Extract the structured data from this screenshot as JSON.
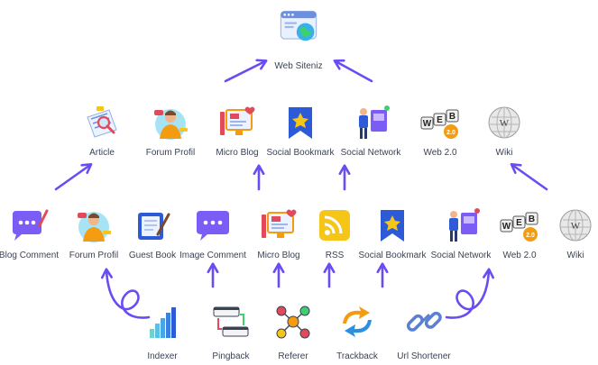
{
  "colors": {
    "arrow": "#6b4cf2",
    "label": "#3a4256",
    "accent_blue": "#3b6fd8",
    "accent_purple": "#7b5cf5",
    "accent_red": "#e24a5a",
    "accent_orange": "#f39c12",
    "accent_yellow": "#f5c518"
  },
  "top": {
    "label": "Web Siteniz",
    "icon": "browser-globe-icon"
  },
  "tier1": [
    {
      "id": "article",
      "label": "Article",
      "icon": "magnifier-article-icon"
    },
    {
      "id": "forum-profil",
      "label": "Forum Profil",
      "icon": "person-avatar-icon"
    },
    {
      "id": "micro-blog",
      "label": "Micro Blog",
      "icon": "monitor-heart-icon"
    },
    {
      "id": "social-bookmark",
      "label": "Social Bookmark",
      "icon": "bookmark-star-icon"
    },
    {
      "id": "social-network",
      "label": "Social Network",
      "icon": "person-screen-icon"
    },
    {
      "id": "web-2-0",
      "label": "Web 2.0",
      "icon": "web-blocks-icon",
      "badge": "2.0"
    },
    {
      "id": "wiki",
      "label": "Wiki",
      "icon": "wiki-globe-icon"
    }
  ],
  "tier2": [
    {
      "id": "blog-comment",
      "label": "Blog Comment",
      "icon": "chat-bubble-pencil-icon"
    },
    {
      "id": "forum-profil-2",
      "label": "Forum Profil",
      "icon": "person-avatar-icon"
    },
    {
      "id": "guest-book",
      "label": "Guest Book",
      "icon": "notebook-pen-icon"
    },
    {
      "id": "image-comment",
      "label": "Image Comment",
      "icon": "chat-bubble-icon"
    },
    {
      "id": "micro-blog-2",
      "label": "Micro Blog",
      "icon": "monitor-heart-icon"
    },
    {
      "id": "rss",
      "label": "RSS",
      "icon": "rss-icon"
    },
    {
      "id": "social-bookmark-2",
      "label": "Social Bookmark",
      "icon": "bookmark-star-icon"
    },
    {
      "id": "social-network-2",
      "label": "Social Network",
      "icon": "person-screen-icon"
    },
    {
      "id": "web-2-0-2",
      "label": "Web 2.0",
      "icon": "web-blocks-icon",
      "badge": "2.0"
    },
    {
      "id": "wiki-2",
      "label": "Wiki",
      "icon": "wiki-globe-icon"
    }
  ],
  "tier3": [
    {
      "id": "indexer",
      "label": "Indexer",
      "icon": "bar-chart-icon"
    },
    {
      "id": "pingback",
      "label": "Pingback",
      "icon": "ping-windows-icon"
    },
    {
      "id": "referer",
      "label": "Referer",
      "icon": "network-people-icon"
    },
    {
      "id": "trackback",
      "label": "Trackback",
      "icon": "sync-arrows-icon"
    },
    {
      "id": "url-shortener",
      "label": "Url Shortener",
      "icon": "chain-link-icon"
    }
  ],
  "web_blocks_letters": [
    "W",
    "E",
    "B"
  ]
}
